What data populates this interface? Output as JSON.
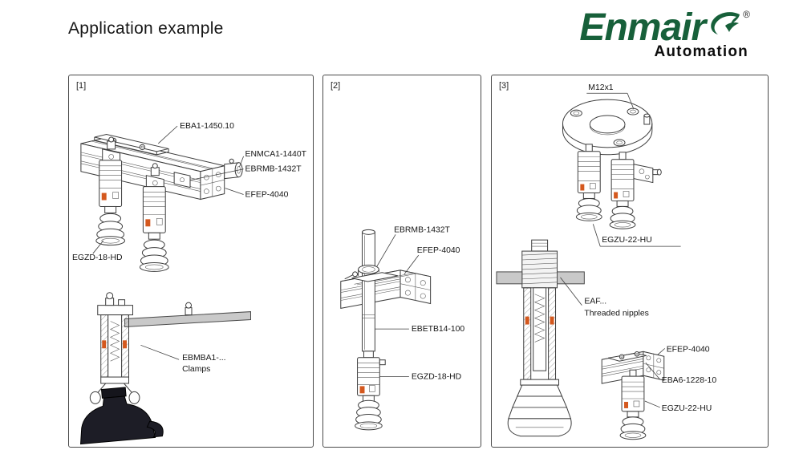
{
  "page": {
    "title": "Application example"
  },
  "logo": {
    "brand": "Enmair",
    "registered": "®",
    "subtitle": "Automation",
    "icon": "bird-swoosh-icon",
    "brand_color": "#17603a"
  },
  "colors": {
    "line_art": "#3c3c3c",
    "accent_orange": "#d4581e",
    "plate_gray": "#c9c9c9",
    "bottle_dark": "#1d1d26"
  },
  "panels": [
    {
      "id": "[1]",
      "labels": {
        "plate": "EBA1-1450.10",
        "clamp_cylinder": "ENMCA1-1440T",
        "cross_clamp": "EBRMB-1432T",
        "profile": "EFEP-4040",
        "gripper": "EGZD-18-HD",
        "clamp_series": "EBMBA1-...",
        "clamp_caption": "Clamps"
      }
    },
    {
      "id": "[2]",
      "labels": {
        "cross_clamp": "EBRMB-1432T",
        "profile": "EFEP-4040",
        "tube": "EBETB14-100",
        "gripper": "EGZD-18-HD"
      }
    },
    {
      "id": "[3]",
      "labels": {
        "thread": "M12x1",
        "gripper_top": "EGZU-22-HU",
        "nipple_series": "EAF...",
        "nipple_caption": "Threaded nipples",
        "profile": "EFEP-4040",
        "mount_plate": "EBA6-1228-10",
        "gripper_bottom": "EGZU-22-HU"
      }
    }
  ]
}
